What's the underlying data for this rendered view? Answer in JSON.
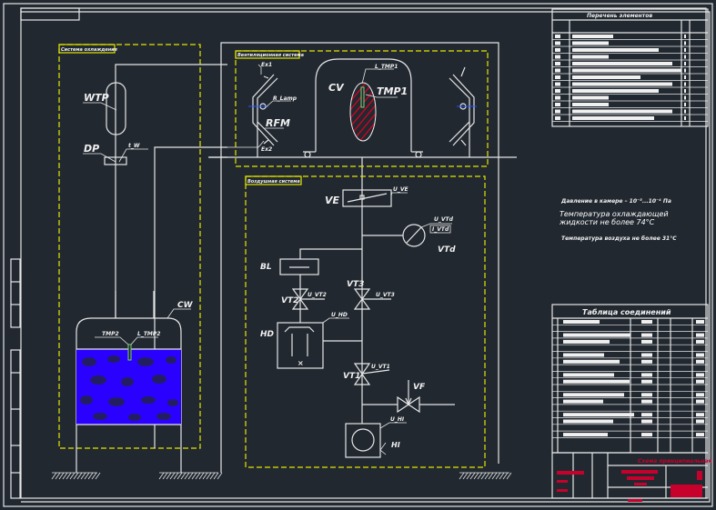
{
  "sheet": {
    "stamp": "",
    "colors": {
      "background": "#212830",
      "lines": "#e6e6e6",
      "zones": "#e5e500",
      "title_block": "#c8002c",
      "hatch_blue": "#2a00ff",
      "hatch_red": "#e00020"
    }
  },
  "zones": {
    "cooling": "Система охлаждения",
    "ventilation": "Вентиляционная система",
    "air": "Воздушная система"
  },
  "components": {
    "WTP": "WTP",
    "DP": "DP",
    "DP_tag": "t_W",
    "CW": "CW",
    "TMP2": "TMP2",
    "TMP2_tag": "L_TMP2",
    "CV": "CV",
    "TMP1": "TMP1",
    "TMP1_tag": "L_TMP1",
    "RFM": "RFM",
    "RFM_tag": "R_Lamp",
    "Ex1": "Ex1",
    "Ex2": "Ex2",
    "VE": "VE",
    "VE_tag": "U_VE",
    "VTd": "VTd",
    "VTd_tag1": "U_VTd",
    "VTd_tag2": "I_VTd",
    "BL": "BL",
    "VT2": "VT2",
    "VT2_tag": "U_VT2",
    "VT3": "VT3",
    "VT3_tag": "U_VT3",
    "HD": "HD",
    "HD_tag": "U_HD",
    "VT1": "VT1",
    "VT1_tag": "U_VT1",
    "VF": "VF",
    "HI": "HI",
    "HI_tag": "U_HI"
  },
  "notes": [
    "Давление в камере – 10⁻⁵...10⁻⁴ Па",
    "Температура охлаждающей жидкости не более 74°С",
    "Температура воздуха не более 31°С"
  ],
  "tables": {
    "elements_title": "Перечень элементов",
    "connections_title": "Таблица соединений"
  },
  "title_block": {
    "title": "Схема принципиальная",
    "subtitle": ""
  }
}
